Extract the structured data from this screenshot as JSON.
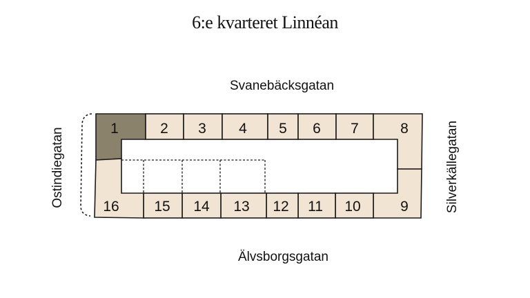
{
  "title": "6:e kvarteret Linnéan",
  "streets": {
    "north": "Svanebäcksgatan",
    "south": "Älvsborgsgatan",
    "west": "Ostindiegatan",
    "east": "Silverkällegatan"
  },
  "lots": {
    "1": "1",
    "2": "2",
    "3": "3",
    "4": "4",
    "5": "5",
    "6": "6",
    "7": "7",
    "8": "8",
    "9": "9",
    "10": "10",
    "11": "11",
    "12": "12",
    "13": "13",
    "14": "14",
    "15": "15",
    "16": "16"
  },
  "highlighted_lot": "1",
  "colors": {
    "lot_fill": "#f1e4d2",
    "highlight_fill": "#8a826b",
    "outline": "#1a1a1a"
  }
}
